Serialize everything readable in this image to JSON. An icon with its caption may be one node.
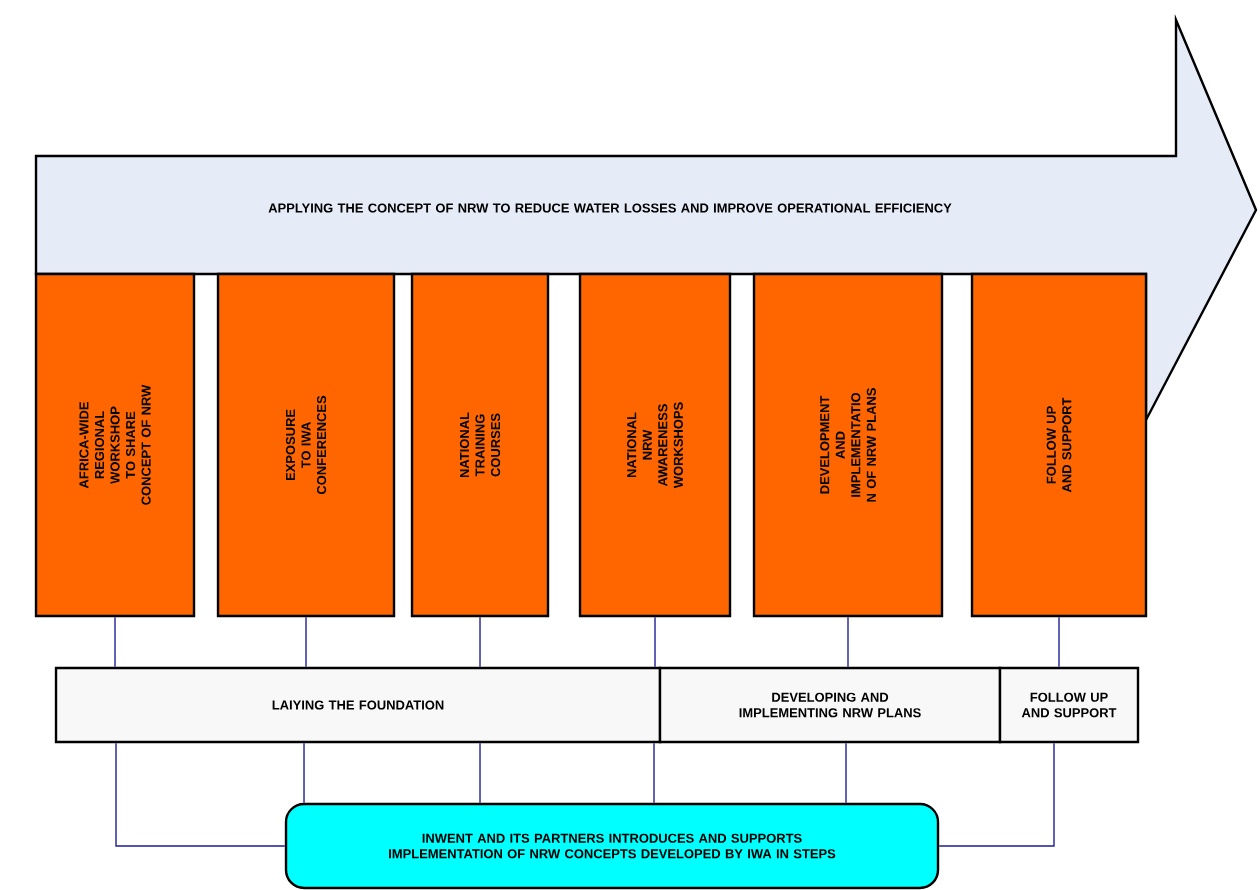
{
  "diagram": {
    "nodes": [
      {
        "text": [
          "APPLYING THE CONCEPT OF NRW TO REDUCE WATER LOSSES AND IMPROVE OPERATIONAL EFFICIENCY"
        ]
      },
      {
        "text": [
          "AFRICA-WIDE REGIONAL WORKSHOP TO SHARE CONCEPT OF NRW"
        ]
      },
      {
        "text": [
          "EXPOSURE TO IWA CONFERENCES"
        ]
      },
      {
        "text": [
          "NATIONAL TRAINING COURSES"
        ]
      },
      {
        "text": [
          "NATIONAL NRW AWARENESS WORKSHOPS"
        ]
      },
      {
        "text": [
          "DEVELOPMENT AND IMPLEMENTATIO N OF NRW PLANS"
        ]
      },
      {
        "text": [
          "FOLLOW UP AND SUPPORT"
        ]
      },
      {
        "text": [
          "LAIYING THE FOUNDATION"
        ]
      },
      {
        "text": [
          "DEVELOPING AND IMPLEMENTING NRW PLANS"
        ]
      },
      {
        "text": [
          "FOLLOW UP AND SUPPORT"
        ]
      },
      {
        "text": [
          "INWENT AND ITS PARTNERS INTRODUCES AND SUPPORTS IMPLEMENTATION OF NRW CONCEPTS DEVELOPED BY IWA IN STEPS"
        ]
      }
    ],
    "edges": [
      {
        "from": 1,
        "to": 7,
        "arrow": "none"
      },
      {
        "from": 2,
        "to": 7,
        "arrow": "none"
      },
      {
        "from": 3,
        "to": 7,
        "arrow": "none"
      },
      {
        "from": 4,
        "to": 7,
        "arrow": "none"
      },
      {
        "from": 5,
        "to": 8,
        "arrow": "none"
      },
      {
        "from": 6,
        "to": 9,
        "arrow": "none"
      },
      {
        "from": 7,
        "to": 10,
        "arrow": "none"
      },
      {
        "from": 7,
        "to": 10,
        "arrow": "none"
      },
      {
        "from": 7,
        "to": 10,
        "arrow": "none"
      },
      {
        "from": 7,
        "to": 10,
        "arrow": "none"
      },
      {
        "from": 8,
        "to": 10,
        "arrow": "none"
      },
      {
        "from": 9,
        "to": 10,
        "arrow": "none"
      }
    ]
  }
}
